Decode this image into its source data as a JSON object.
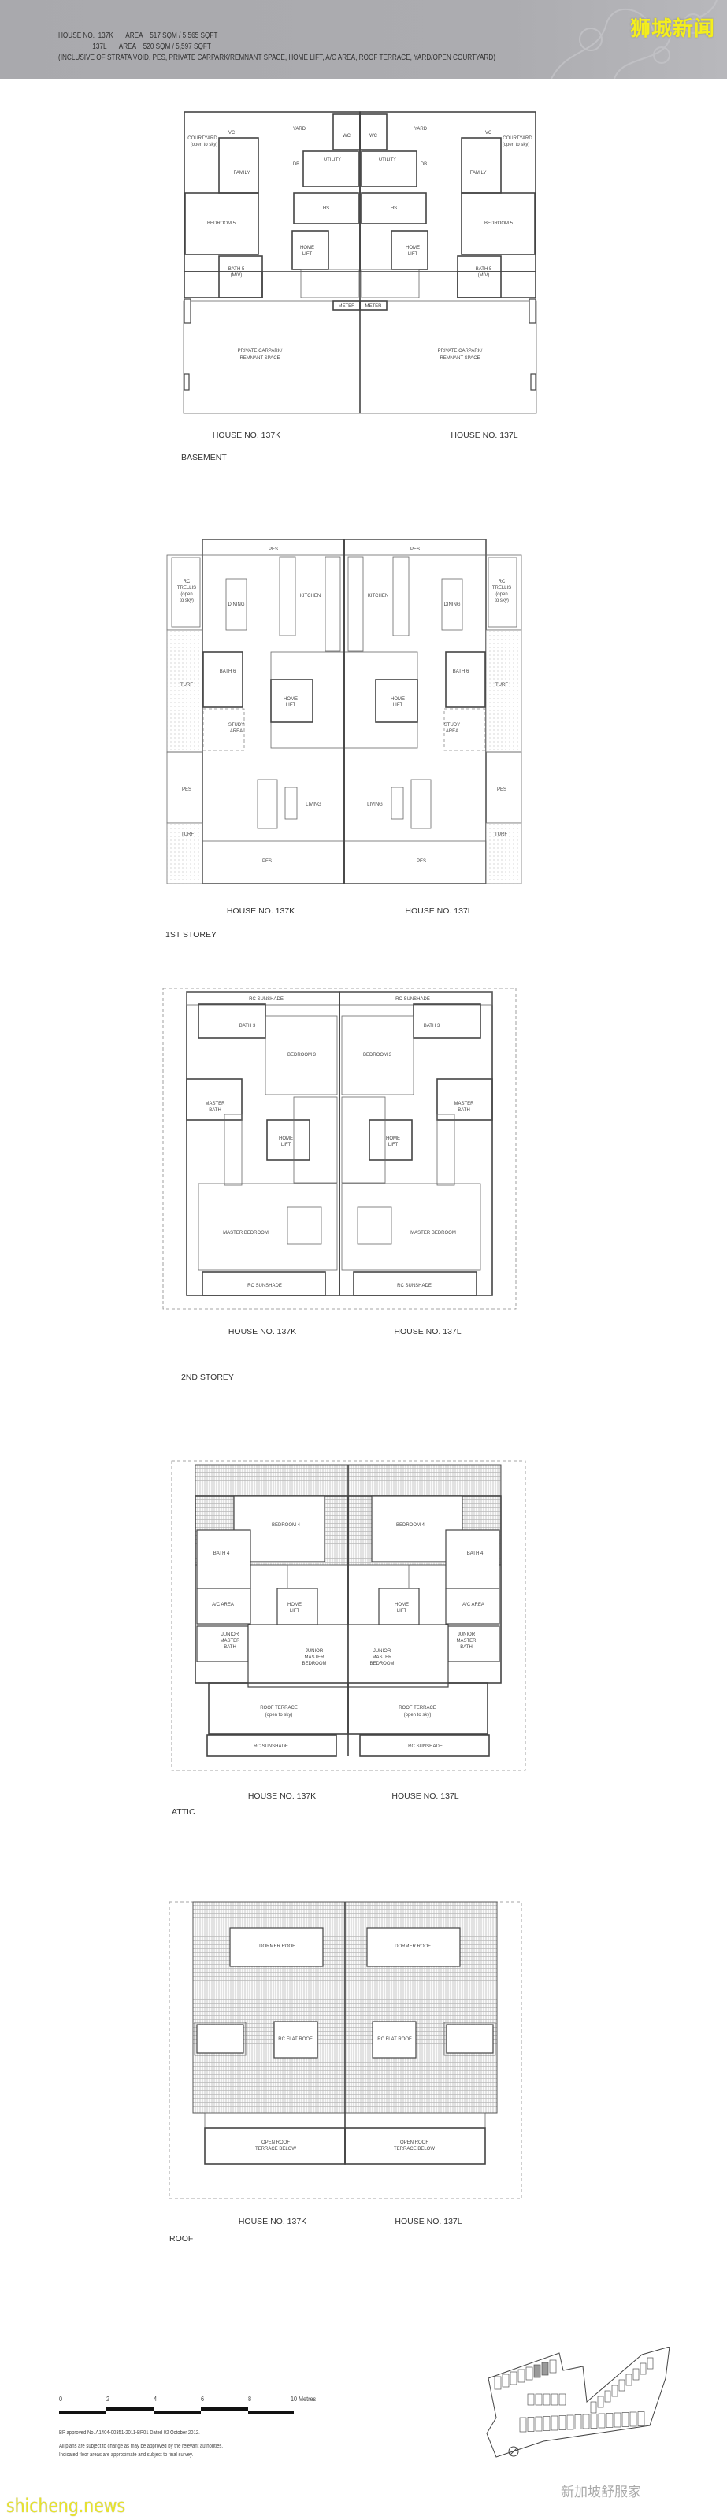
{
  "header": {
    "lines": [
      "HOUSE NO.  137K       AREA    517 SQM / 5,565 SQFT",
      "                   137L       AREA    520 SQM / 5,597 SQFT",
      "(INCLUSIVE OF STRATA VOID, PES, PRIVATE CARPARK/REMNANT SPACE, HOME LIFT, A/C AREA, ROOF TERRACE, YARD/OPEN COURTYARD)"
    ],
    "masthead": "狮城新闻"
  },
  "plans": [
    {
      "title": "BASEMENT",
      "house_k": "HOUSE NO. 137K",
      "house_l": "HOUSE NO. 137L",
      "rooms": [
        "YARD",
        "WC",
        "VC",
        "COURTYARD",
        "(open to sky)",
        "UTILITY",
        "DB",
        "FAMILY",
        "HS",
        "BEDROOM 5",
        "HOME",
        "LIFT",
        "BATH 5",
        "(M/V)",
        "METER",
        "PRIVATE CARPARK/",
        "REMNANT SPACE"
      ]
    },
    {
      "title": "1ST STOREY",
      "house_k": "HOUSE NO. 137K",
      "house_l": "HOUSE NO. 137L",
      "rooms": [
        "PES",
        "KITCHEN",
        "DINING",
        "RC",
        "TRELLIS",
        "(open",
        "to sky)",
        "BATH 6",
        "TURF",
        "HOME",
        "LIFT",
        "STUDY",
        "AREA",
        "PES",
        "LIVING",
        "TURF",
        "PES"
      ]
    },
    {
      "title": "2ND STOREY",
      "house_k": "HOUSE NO. 137K",
      "house_l": "HOUSE NO. 137L",
      "rooms": [
        "RC SUNSHADE",
        "BATH 3",
        "BEDROOM 3",
        "MASTER",
        "BATH",
        "HOME",
        "LIFT",
        "MASTER BEDROOM",
        "RC SUNSHADE"
      ]
    },
    {
      "title": "ATTIC",
      "house_k": "HOUSE NO. 137K",
      "house_l": "HOUSE NO. 137L",
      "rooms": [
        "BEDROOM 4",
        "BATH 4",
        "A/C AREA",
        "HOME",
        "LIFT",
        "JUNIOR",
        "MASTER",
        "BATH",
        "JUNIOR",
        "MASTER",
        "BEDROOM",
        "ROOF TERRACE",
        "(open to sky)",
        "RC SUNSHADE"
      ]
    },
    {
      "title": "ROOF",
      "house_k": "HOUSE NO. 137K",
      "house_l": "HOUSE NO. 137L",
      "rooms": [
        "DORMER ROOF",
        "RC FLAT ROOF",
        "OPEN ROOF",
        "TERRACE BELOW"
      ]
    }
  ],
  "footer": {
    "scale_labels": [
      "0",
      "2",
      "4",
      "6",
      "8",
      "10 Metres"
    ],
    "bp_note": "BP approved No. A1404-00351-2011-BP01 Dated 02 October 2012.",
    "disclaimer": [
      "All plans are subject to change as may be approved by  the relevant authorities.",
      "Indicated floor areas are approximate and subject to final survey."
    ],
    "watermark_wechat": "新加坡舒服家",
    "watermark_site": "shicheng.news"
  },
  "colors": {
    "header_bg": "#ababaf",
    "masthead": "#f4ee1c",
    "lines": "#444444"
  }
}
